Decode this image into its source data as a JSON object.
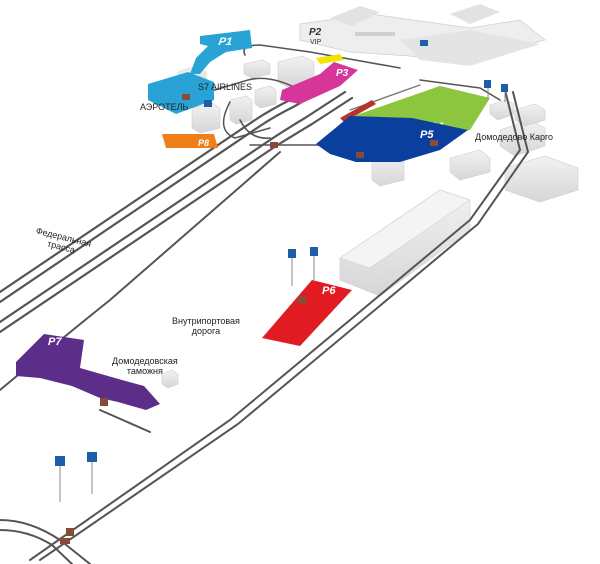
{
  "parking": {
    "p1": {
      "label": "P1",
      "color": "#29a3d6"
    },
    "p2": {
      "label": "P2",
      "sub": "VIP",
      "color": "#f2e400"
    },
    "p3": {
      "label": "P3",
      "color": "#d6359a"
    },
    "p4": {
      "label": "P4",
      "color": "#8cc63f"
    },
    "p5": {
      "label": "P5",
      "color": "#0b3f9e"
    },
    "p6": {
      "label": "P6",
      "color": "#e01b22"
    },
    "p7": {
      "label": "P7",
      "color": "#5c2e8a"
    },
    "p8": {
      "label": "P8",
      "color": "#f07f1b"
    }
  },
  "places": {
    "s7": "S7 AIRLINES",
    "aerotel": "АЭРОТЕЛЬ",
    "cargo": "Домодедово Карго",
    "federal_line1": "Федеральная",
    "federal_line2": "трасса",
    "inner_line1": "Внутрипортовая",
    "inner_line2": "дорога",
    "customs_line1": "Домодедовская",
    "customs_line2": "таможня"
  },
  "colors": {
    "road": "#555555",
    "road_light": "#9a9a9a",
    "building": "#e6e6e6",
    "building_shade": "#c9c9c9",
    "sign": "#1e5ea8",
    "train": "#b5332b"
  },
  "icons": [
    "parking-sign-icon",
    "checkpoint-icon",
    "train-icon"
  ]
}
